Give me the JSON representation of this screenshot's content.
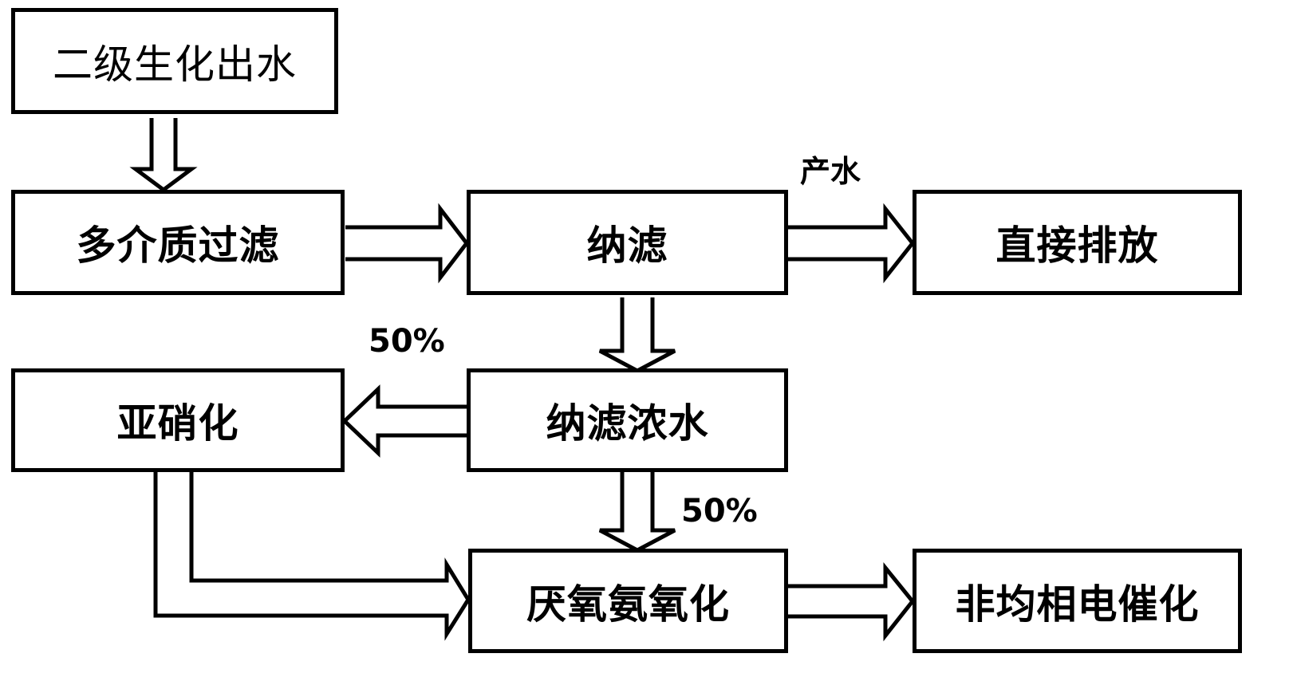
{
  "diagram": {
    "nodes": {
      "secondary_effluent": "二级生化出水",
      "multimedia_filtration": "多介质过滤",
      "nanofiltration": "纳滤",
      "direct_discharge": "直接排放",
      "nitritation": "亚硝化",
      "nf_concentrate": "纳滤浓水",
      "anammox": "厌氧氨氧化",
      "heterogeneous_electrocatalysis": "非均相电催化"
    },
    "edge_labels": {
      "product_water": "产水",
      "split_to_nitritation": "50%",
      "split_to_anammox": "50%"
    }
  }
}
